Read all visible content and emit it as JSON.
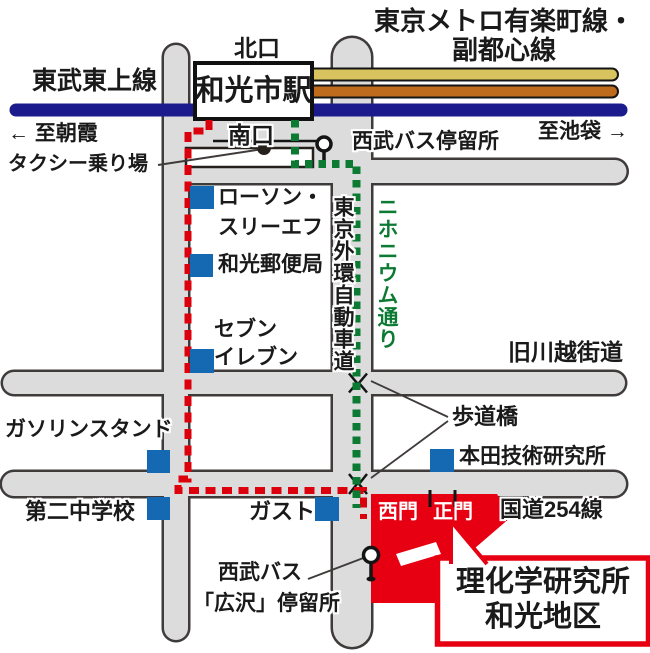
{
  "colors": {
    "road_fill": "#dcdcdc",
    "road_casing": "#3f3b3a",
    "rail_tobu": "#1b1b8e",
    "rail_yurakucho": "#d8c35f",
    "rail_fukutoshin": "#bf6b1e",
    "route_red": "#dc000c",
    "route_green": "#0c7a33",
    "landmark_blue": "#1569b3",
    "riken_red": "#e60012"
  },
  "railways": {
    "tobu": {
      "label": "東武東上線",
      "to_left": "← 至朝霞"
    },
    "metro": {
      "title1": "東京メトロ有楽町線・",
      "title2": "副都心線",
      "to_right": "至池袋 →"
    }
  },
  "station": {
    "name": "和光市駅",
    "north_exit": "北口",
    "south_exit": "南口",
    "taxi_stand": "タクシー乗り場",
    "seibu_bus_stop": "西武バス停留所"
  },
  "streets": {
    "gaikan_expressway": "東京外環自動車道",
    "nihonium_street": "ニホニウム通り",
    "old_kawagoe_kaido": "旧川越街道",
    "route254": "国道254線",
    "footbridge": "歩道橋"
  },
  "landmarks": {
    "lawson": {
      "lines": [
        "ローソン・",
        "スリーエフ"
      ]
    },
    "post_office": {
      "label": "和光郵便局"
    },
    "seven_eleven": {
      "lines": [
        "セブン",
        "イレブン"
      ]
    },
    "gas_station": {
      "label": "ガソリンスタンド"
    },
    "junior_high": {
      "label": "第二中学校"
    },
    "gusto": {
      "label": "ガスト"
    },
    "honda": {
      "label": "本田技術研究所"
    }
  },
  "bus_hirosawa": {
    "line1": "西武バス",
    "line2": "「広沢」停留所"
  },
  "riken": {
    "west_gate": "西門",
    "main_gate": "正門",
    "label_line1": "理化学研究所",
    "label_line2": "和光地区"
  }
}
